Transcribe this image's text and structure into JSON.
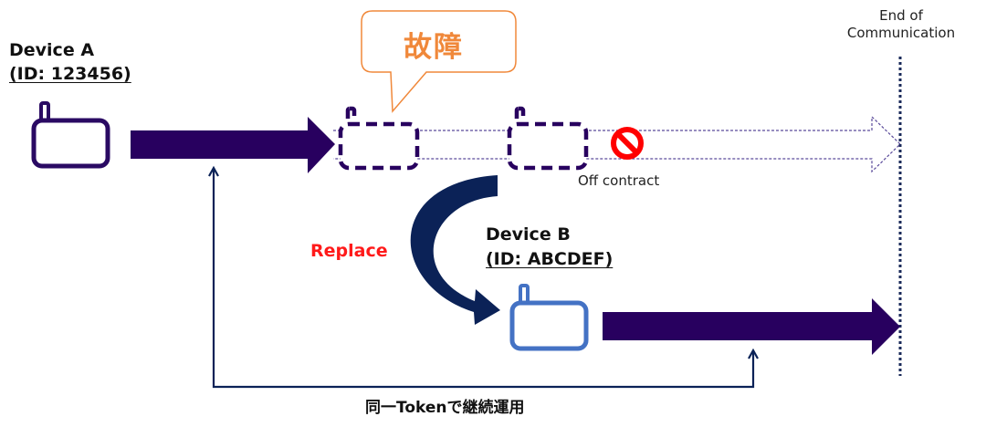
{
  "device_a": {
    "title": "Device A",
    "id_label": "(ID: 123456)"
  },
  "device_b": {
    "title": "Device B",
    "id_label": "(ID: ABCDEF)"
  },
  "callout": {
    "text": "故障"
  },
  "off_contract": {
    "text": "Off contract",
    "icon": "prohibited-icon"
  },
  "end_of_communication": {
    "line1": "End of",
    "line2": "Communication"
  },
  "replace": {
    "text": "Replace"
  },
  "token": {
    "text": "同一Tokenで継続運用"
  },
  "colors": {
    "device_a": "#2a0a63",
    "device_b": "#4472c4",
    "arrow_main": "#28005f",
    "curved_arrow": "#0b2257",
    "callout": "#f0883a",
    "replace": "#ff1a1a",
    "prohibited": "#ff0000",
    "end_line": "#1a2a5a",
    "token_line": "#0b2257"
  }
}
